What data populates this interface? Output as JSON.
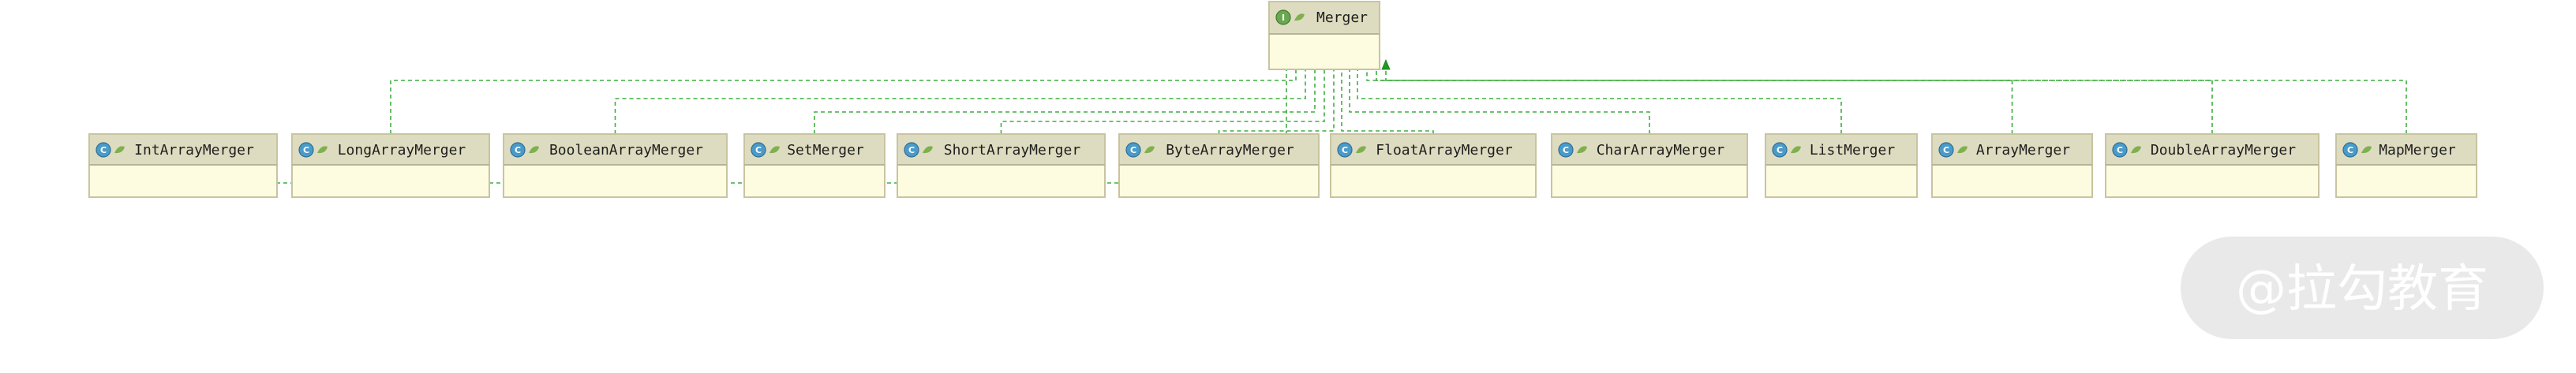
{
  "diagram": {
    "interface": {
      "name": "Merger",
      "badge": "I",
      "badge_color": "#6aa84f"
    },
    "classes": [
      {
        "name": "IntArrayMerger",
        "badge": "C"
      },
      {
        "name": "LongArrayMerger",
        "badge": "C"
      },
      {
        "name": "BooleanArrayMerger",
        "badge": "C"
      },
      {
        "name": "SetMerger",
        "badge": "C"
      },
      {
        "name": "ShortArrayMerger",
        "badge": "C"
      },
      {
        "name": "ByteArrayMerger",
        "badge": "C"
      },
      {
        "name": "FloatArrayMerger",
        "badge": "C"
      },
      {
        "name": "CharArrayMerger",
        "badge": "C"
      },
      {
        "name": "ListMerger",
        "badge": "C"
      },
      {
        "name": "ArrayMerger",
        "badge": "C"
      },
      {
        "name": "DoubleArrayMerger",
        "badge": "C"
      },
      {
        "name": "MapMerger",
        "badge": "C"
      }
    ],
    "relationship": "implements",
    "colors": {
      "box_fill": "#fefce0",
      "header_fill": "#dedcc0",
      "edge": "#3fae3f",
      "class_badge": "#4b9bc9"
    }
  },
  "watermark": {
    "text": "@拉勾教育"
  }
}
